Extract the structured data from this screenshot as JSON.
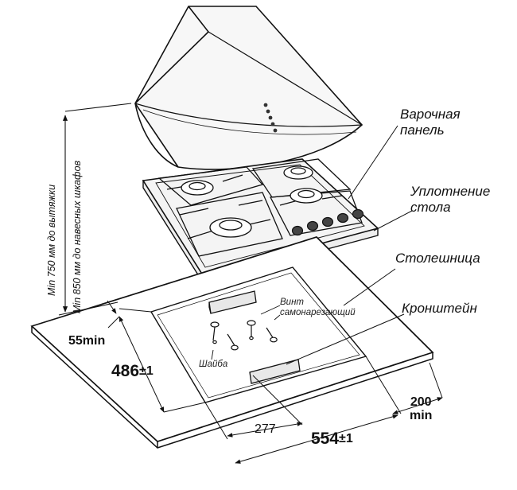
{
  "labels": {
    "hob": "Варочная\nпанель",
    "seal": "Уплотнение\nстола",
    "countertop": "Столешница",
    "bracket": "Кронштейн",
    "screw": "Винт\nсамонарезающий",
    "washer": "Шайба",
    "hood_min": "Min 750 мм до вытяжки",
    "cabinet_min": "Min 850 мм до навесных шкафов"
  },
  "dimensions": {
    "edge_min": "55min",
    "depth": "486",
    "depth_tol": "±1",
    "offset": "277",
    "width": "554",
    "width_tol": "±1",
    "rear_min_value": "200",
    "rear_min_unit": "min"
  },
  "hob": {
    "burner_count": 4,
    "knob_count": 5,
    "indicator_lights": 5
  }
}
